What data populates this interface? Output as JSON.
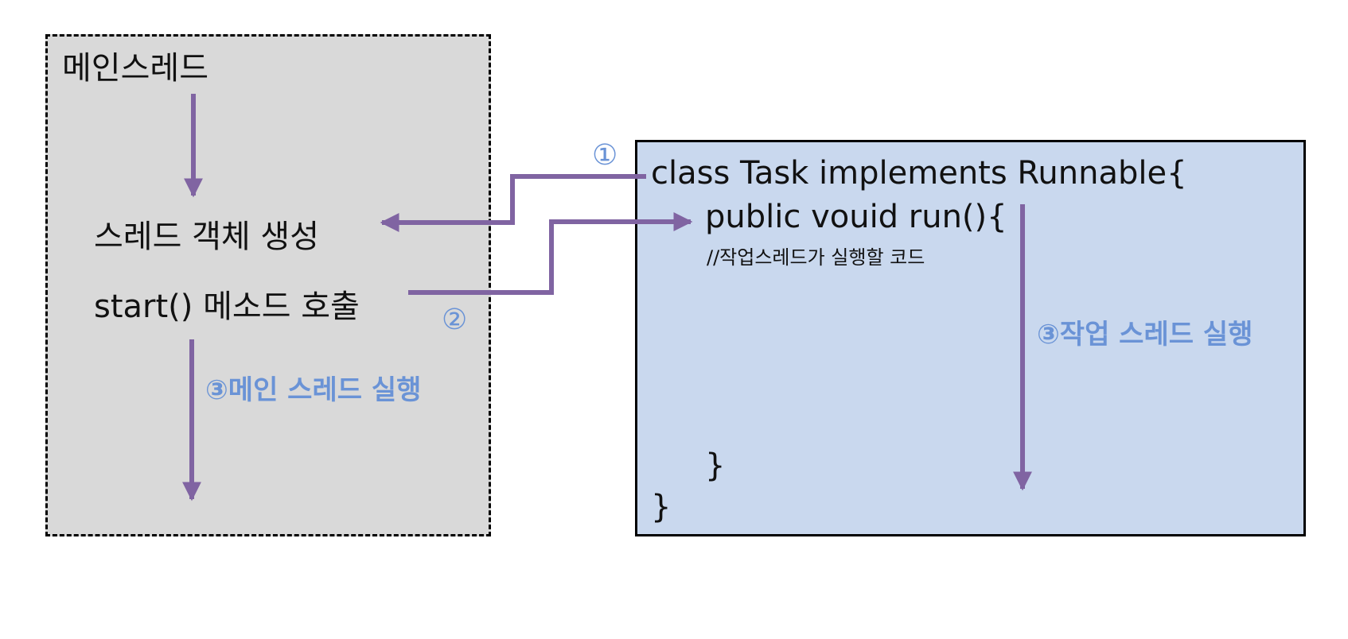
{
  "main_thread": {
    "title": "메인스레드",
    "create_step": "스레드 객체 생성",
    "start_step": "start() 메소드 호출",
    "run_label": "③메인 스레드 실행"
  },
  "task_class": {
    "class_line": "class Task implements Runnable{",
    "method_line": "public vouid run(){",
    "comment": "//작업스레드가 실행할 코드",
    "method_close": "}",
    "class_close": "}",
    "run_label": "③작업 스레드 실행"
  },
  "markers": {
    "step1": "①",
    "step2": "②"
  },
  "colors": {
    "arrow": "#8064a2",
    "label": "#6a93d6",
    "main_fill": "#d9d9d9",
    "task_fill": "#c9d8ee"
  }
}
